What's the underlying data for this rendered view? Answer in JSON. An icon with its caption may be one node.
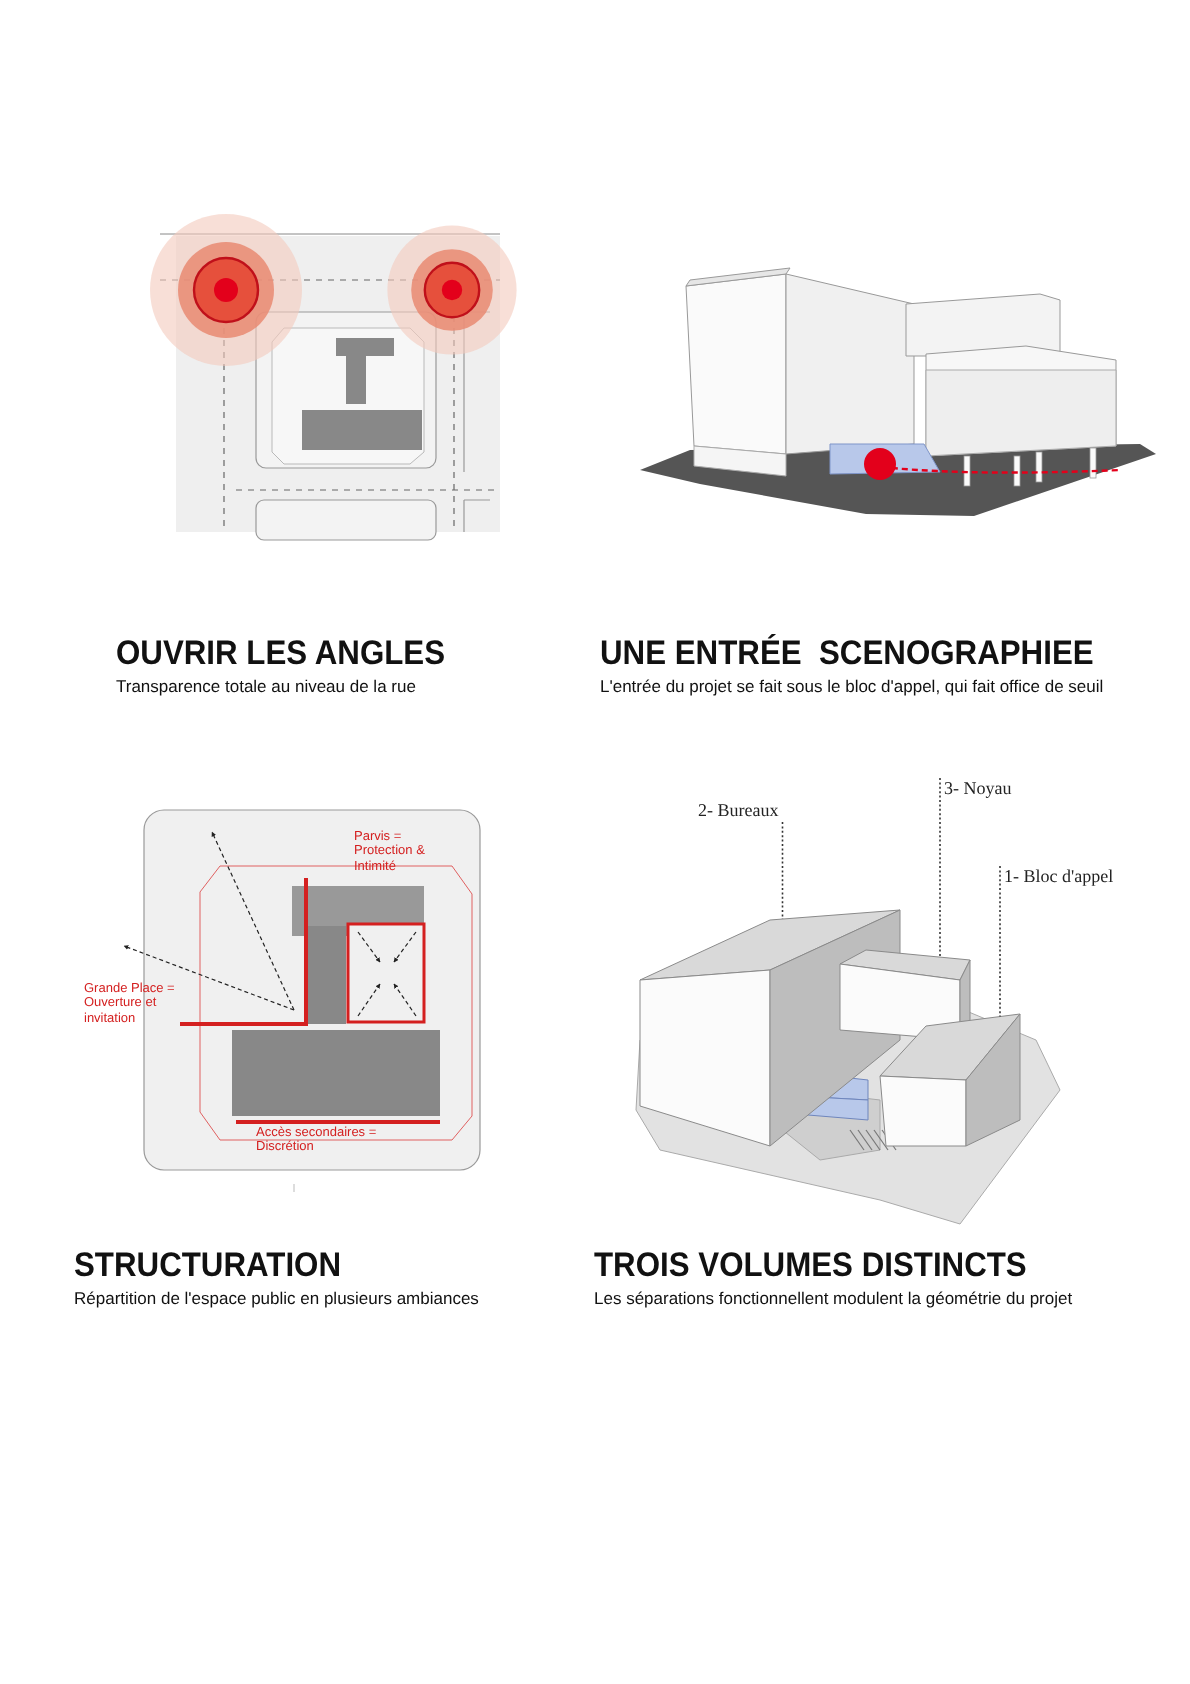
{
  "diagram": {
    "nodes": [
      {
        "text": [
          "2- Bureaux"
        ]
      },
      {
        "text": [],
        "shape": "box"
      },
      {
        "text": [
          "3- Noyau"
        ]
      },
      {
        "text": [],
        "shape": "box"
      },
      {
        "text": [
          "1- Bloc d'appel"
        ]
      },
      {
        "text": [],
        "shape": "box"
      }
    ],
    "edges": [
      {
        "from": 0,
        "to": 1,
        "arrow": "none"
      },
      {
        "from": 2,
        "to": 3,
        "arrow": "none"
      },
      {
        "from": 4,
        "to": 5,
        "arrow": "none"
      }
    ],
    "labels": [
      "OUVRIR LES ANGLES",
      "Transparence totale au niveau de la rue",
      "UNE ENTRÉE  SCENOGRAPHIEE",
      "L'entrée du projet se fait sous le bloc d'appel, qui fait office de seuil",
      "Parvis = Protection & Intimité",
      "Grande Place = Ouverture et invitation",
      "Accès secondaires = Discrétion",
      "STRUCTURATION",
      "Répartition de l'espace public en plusieurs ambiances",
      "TROIS VOLUMES DISTINCTS",
      "Les séparations fonctionnellent modulent la géométrie du projet"
    ]
  }
}
